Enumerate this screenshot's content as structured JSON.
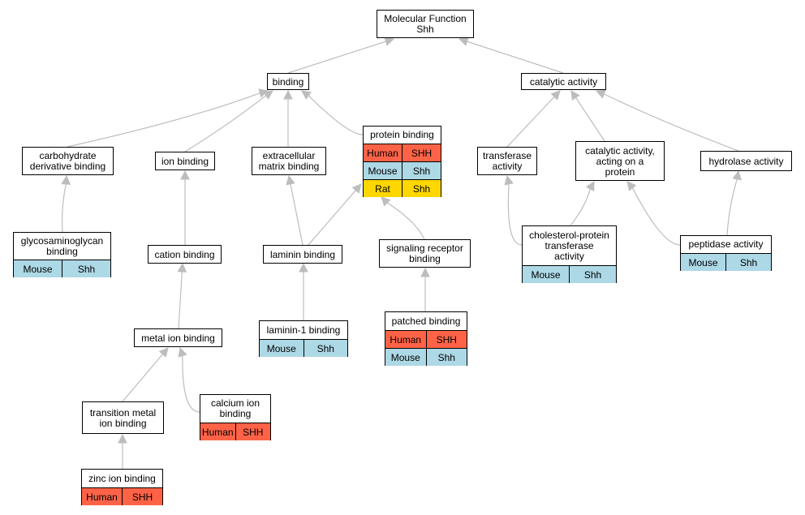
{
  "colors": {
    "edge": "#bdbdbd",
    "human": "#ff6347",
    "mouse": "#add8e6",
    "rat": "#ffd700"
  },
  "nodes": {
    "mf": {
      "label": "Molecular Function\nShh",
      "annotations": []
    },
    "binding": {
      "label": "binding",
      "annotations": []
    },
    "catalytic": {
      "label": "catalytic activity",
      "annotations": []
    },
    "carb": {
      "label": "carbohydrate\nderivative binding",
      "annotations": []
    },
    "ion": {
      "label": "ion binding",
      "annotations": []
    },
    "ecm": {
      "label": "extracellular\nmatrix binding",
      "annotations": []
    },
    "protein": {
      "label": "protein binding",
      "annotations": [
        {
          "species": "Human",
          "gene": "SHH",
          "color": "human"
        },
        {
          "species": "Mouse",
          "gene": "Shh",
          "color": "mouse"
        },
        {
          "species": "Rat",
          "gene": "Shh",
          "color": "rat"
        }
      ]
    },
    "transferase": {
      "label": "transferase\nactivity",
      "annotations": []
    },
    "catprot": {
      "label": "catalytic activity,\nacting on a\nprotein",
      "annotations": []
    },
    "hydrolase": {
      "label": "hydrolase activity",
      "annotations": []
    },
    "gag": {
      "label": "glycosaminoglycan\nbinding",
      "annotations": [
        {
          "species": "Mouse",
          "gene": "Shh",
          "color": "mouse"
        }
      ]
    },
    "cation": {
      "label": "cation binding",
      "annotations": []
    },
    "laminin": {
      "label": "laminin binding",
      "annotations": []
    },
    "sigrec": {
      "label": "signaling receptor\nbinding",
      "annotations": []
    },
    "chol": {
      "label": "cholesterol-protein\ntransferase\nactivity",
      "annotations": [
        {
          "species": "Mouse",
          "gene": "Shh",
          "color": "mouse"
        }
      ]
    },
    "peptidase": {
      "label": "peptidase activity",
      "annotations": [
        {
          "species": "Mouse",
          "gene": "Shh",
          "color": "mouse"
        }
      ]
    },
    "metal": {
      "label": "metal ion binding",
      "annotations": []
    },
    "laminin1": {
      "label": "laminin-1 binding",
      "annotations": [
        {
          "species": "Mouse",
          "gene": "Shh",
          "color": "mouse"
        }
      ]
    },
    "patched": {
      "label": "patched binding",
      "annotations": [
        {
          "species": "Human",
          "gene": "SHH",
          "color": "human"
        },
        {
          "species": "Mouse",
          "gene": "Shh",
          "color": "mouse"
        }
      ]
    },
    "transmetal": {
      "label": "transition metal\nion binding",
      "annotations": []
    },
    "calcium": {
      "label": "calcium ion\nbinding",
      "annotations": [
        {
          "species": "Human",
          "gene": "SHH",
          "color": "human"
        }
      ]
    },
    "zinc": {
      "label": "zinc ion binding",
      "annotations": [
        {
          "species": "Human",
          "gene": "SHH",
          "color": "human"
        }
      ]
    }
  },
  "edges": [
    [
      "binding",
      "mf"
    ],
    [
      "catalytic",
      "mf"
    ],
    [
      "carb",
      "binding"
    ],
    [
      "ion",
      "binding"
    ],
    [
      "ecm",
      "binding"
    ],
    [
      "protein",
      "binding"
    ],
    [
      "transferase",
      "catalytic"
    ],
    [
      "catprot",
      "catalytic"
    ],
    [
      "hydrolase",
      "catalytic"
    ],
    [
      "gag",
      "carb"
    ],
    [
      "cation",
      "ion"
    ],
    [
      "laminin",
      "ecm"
    ],
    [
      "laminin",
      "protein"
    ],
    [
      "sigrec",
      "protein"
    ],
    [
      "chol",
      "transferase"
    ],
    [
      "chol",
      "catprot"
    ],
    [
      "peptidase",
      "catprot"
    ],
    [
      "peptidase",
      "hydrolase"
    ],
    [
      "metal",
      "cation"
    ],
    [
      "laminin1",
      "laminin"
    ],
    [
      "patched",
      "sigrec"
    ],
    [
      "transmetal",
      "metal"
    ],
    [
      "calcium",
      "metal"
    ],
    [
      "zinc",
      "transmetal"
    ]
  ]
}
